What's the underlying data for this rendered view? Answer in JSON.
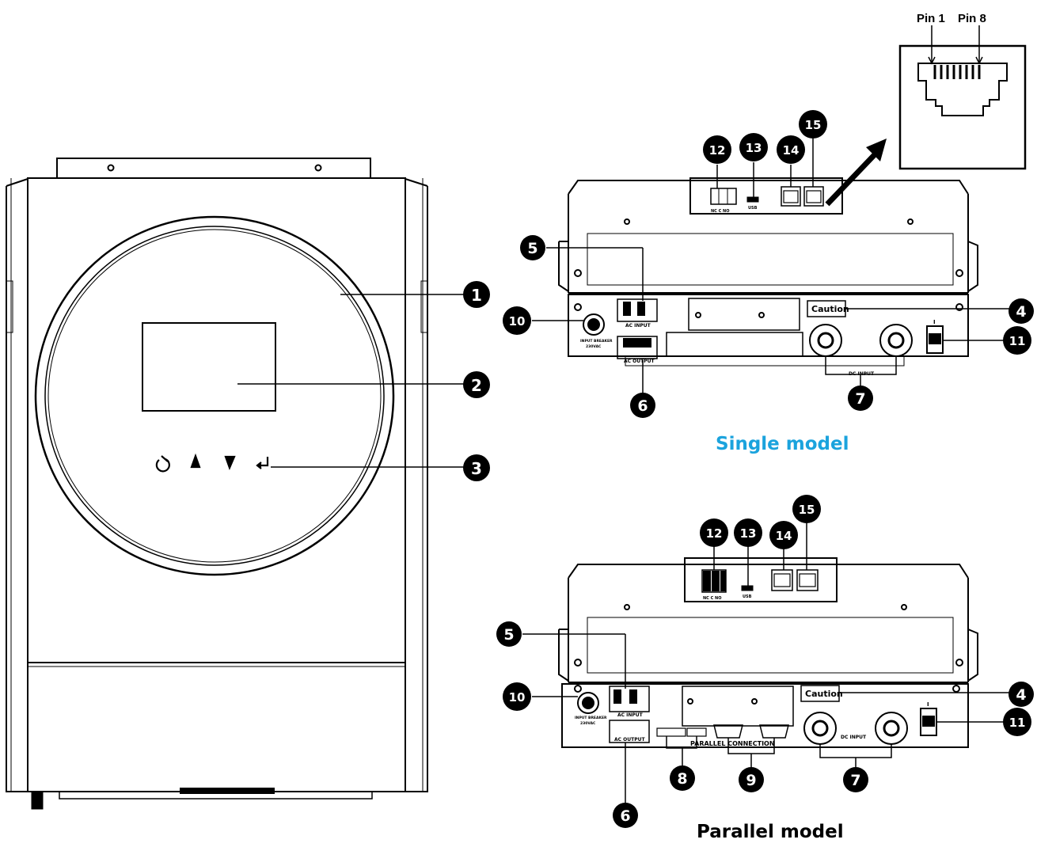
{
  "captions": {
    "single_model": "Single model",
    "parallel_model": "Parallel model"
  },
  "pin_labels": {
    "pin1": "Pin 1",
    "pin8": "Pin 8"
  },
  "panel_text": {
    "caution": "Caution",
    "ac_input": "AC INPUT",
    "ac_output": "AC OUTPUT",
    "dc_input": "DC INPUT",
    "parallel_connection": "PARALLEL CONNECTION",
    "input_breaker": "INPUT BREAKER",
    "breaker_rating": "230VAC",
    "dry_contact": "NC C NO",
    "usb": "USB",
    "power_on": "I"
  },
  "callouts": {
    "front": [
      "1",
      "2",
      "3"
    ],
    "single": [
      "4",
      "5",
      "6",
      "7",
      "10",
      "11",
      "12",
      "13",
      "14",
      "15"
    ],
    "parallel": [
      "4",
      "5",
      "6",
      "7",
      "8",
      "9",
      "10",
      "11",
      "12",
      "13",
      "14",
      "15"
    ]
  },
  "colors": {
    "caption_single": "#1ba3dd",
    "ink": "#000000"
  }
}
